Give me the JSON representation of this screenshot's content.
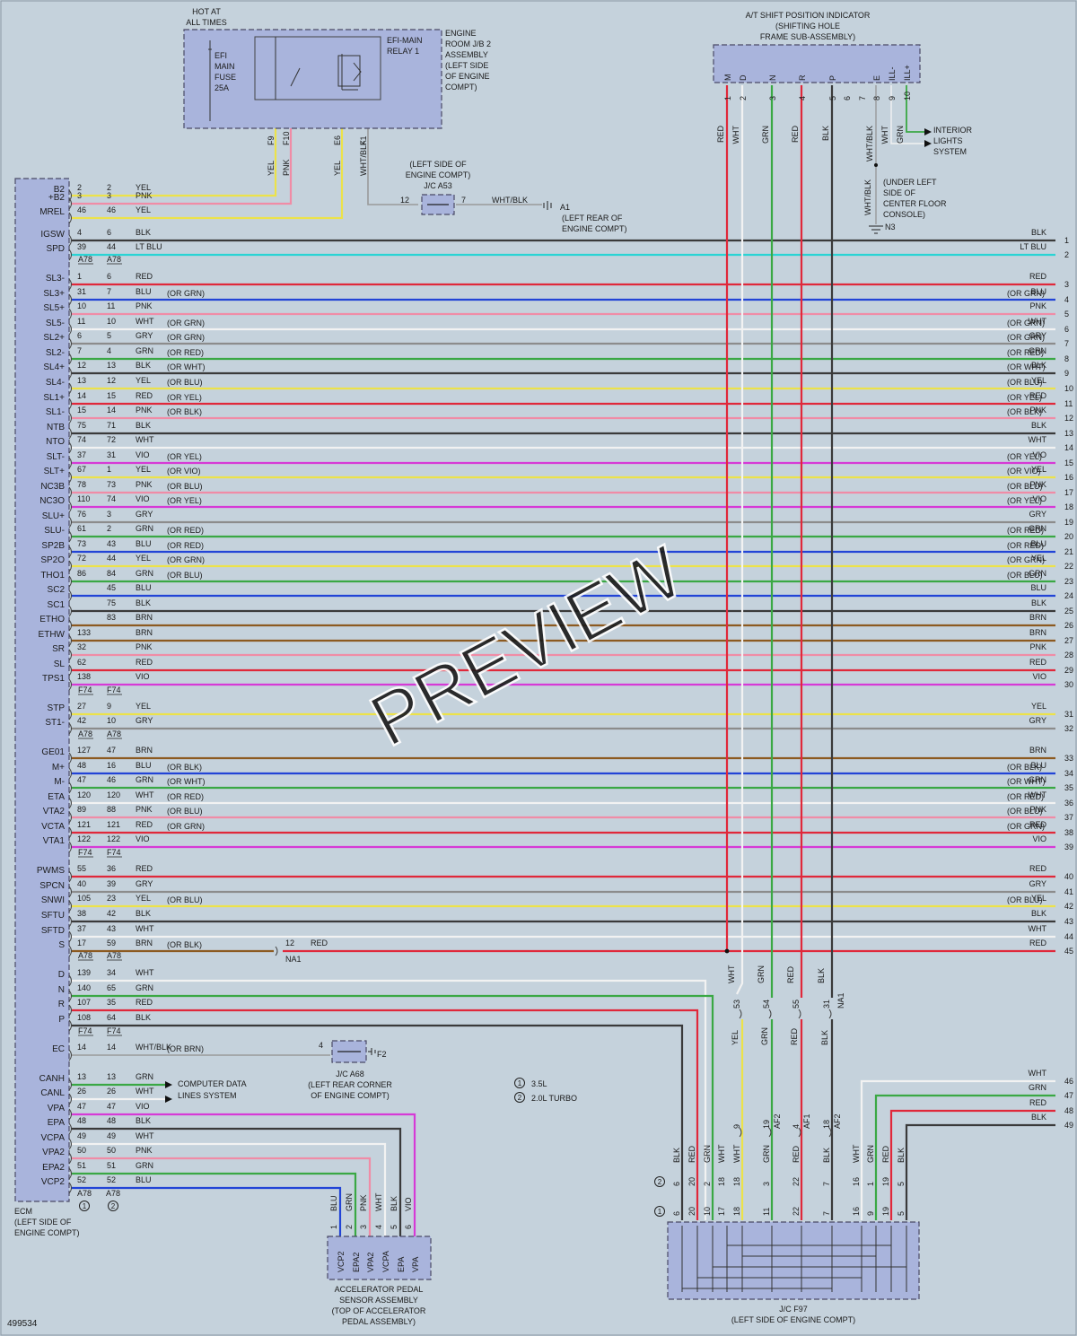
{
  "diagram_id": "499534",
  "preview_watermark": "PREVIEW",
  "colors": {
    "RED": "#e0283a",
    "PNK": "#f08ca6",
    "YEL": "#ece24a",
    "GRN": "#3aa844",
    "BLU": "#2244d6",
    "LT BLU": "#2ad4d4",
    "WHT": "#f2f2f2",
    "BLK": "#3a3a3a",
    "GRY": "#8c8c8c",
    "VIO": "#d63ad6",
    "BRN": "#8c5a20",
    "WHT/BLK": "#9a9a9a"
  },
  "ecm": {
    "title_lines": [
      "ECM",
      "(LEFT SIDE OF",
      "ENGINE COMPT)"
    ],
    "bottom_conn": [
      "A78",
      "A78"
    ],
    "legend_marks": [
      "1",
      "2"
    ]
  },
  "top_block": {
    "hot_lines": [
      "HOT AT",
      "ALL TIMES"
    ],
    "fuse_lines": [
      "EFI",
      "MAIN",
      "FUSE",
      "25A"
    ],
    "relay_lines": [
      "EFI-MAIN",
      "RELAY 1"
    ],
    "jb_lines": [
      "ENGINE",
      "ROOM J/B 2",
      "ASSEMBLY",
      "(LEFT SIDE",
      "OF ENGINE",
      "COMPT)"
    ],
    "pins": [
      "F9",
      "F10",
      "E6",
      "F1"
    ],
    "wires": [
      "YEL",
      "PNK",
      "YEL",
      "WHT/BLK"
    ]
  },
  "jc_a53": {
    "lines": [
      "(LEFT SIDE OF",
      "ENGINE COMPT)",
      "J/C A53"
    ],
    "pin_left": "12",
    "pin_right": "7",
    "wire": "WHT/BLK",
    "ground": "A1",
    "ground_lines": [
      "(LEFT REAR OF",
      "ENGINE COMPT)"
    ]
  },
  "shift_indicator": {
    "title_lines": [
      "A/T SHIFT POSITION INDICATOR",
      "(SHIFTING HOLE",
      "FRAME SUB-ASSEMBLY)"
    ],
    "pins": [
      {
        "label": "M",
        "num": "1",
        "wire": "RED"
      },
      {
        "label": "D",
        "num": "2",
        "wire": "WHT"
      },
      {
        "label": "N",
        "num": "3",
        "wire": "GRN"
      },
      {
        "label": "R",
        "num": "4",
        "wire": "RED"
      },
      {
        "label": "P",
        "num": "5",
        "wire": "BLK"
      },
      {
        "label": "",
        "num": "6",
        "wire": ""
      },
      {
        "label": "",
        "num": "7",
        "wire": ""
      },
      {
        "label": "E",
        "num": "8",
        "wire": "WHT/BLK"
      },
      {
        "label": "ILL-",
        "num": "9",
        "wire": "WHT"
      },
      {
        "label": "ILL+",
        "num": "10",
        "wire": "GRN"
      }
    ],
    "interior_lines": [
      "INTERIOR",
      "LIGHTS",
      "SYSTEM"
    ],
    "ground_wire": "WHT/BLK",
    "ground_lines": [
      "(UNDER LEFT",
      "SIDE OF",
      "CENTER FLOOR",
      "CONSOLE)"
    ],
    "ground": "N3"
  },
  "conn_labels": {
    "a78_1": [
      "A78",
      "A78"
    ],
    "f74_1": [
      "F74",
      "F74"
    ],
    "a78_2": [
      "A78",
      "A78"
    ],
    "f74_2": [
      "F74",
      "F74"
    ],
    "a78_3": [
      "A78",
      "A78"
    ],
    "f74_3": [
      "F74",
      "F74"
    ]
  },
  "rows": [
    {
      "sig": "B2",
      "p1": "2",
      "p2": "2",
      "c1": "YEL",
      "alt": "",
      "end": "top1"
    },
    {
      "sig": "+B2",
      "p1": "3",
      "p2": "3",
      "c1": "PNK",
      "alt": "",
      "end": "top2"
    },
    {
      "sig": "MREL",
      "p1": "46",
      "p2": "46",
      "c1": "YEL",
      "alt": "",
      "end": "top3"
    },
    {
      "sig": "IGSW",
      "p1": "4",
      "p2": "6",
      "c1": "BLK",
      "alt": "",
      "end": "full",
      "num": "1",
      "rc": "BLK",
      "ralt": ""
    },
    {
      "sig": "SPD",
      "p1": "39",
      "p2": "44",
      "c1": "LT BLU",
      "alt": "",
      "end": "full",
      "num": "2",
      "rc": "LT BLU",
      "ralt": ""
    },
    {
      "sig": "SL3-",
      "p1": "1",
      "p2": "6",
      "c1": "RED",
      "alt": "",
      "end": "full",
      "num": "3",
      "rc": "RED",
      "ralt": ""
    },
    {
      "sig": "SL3+",
      "p1": "31",
      "p2": "7",
      "c1": "BLU",
      "alt": "(OR GRN)",
      "end": "full",
      "num": "4",
      "rc": "BLU",
      "ralt": "(OR GRN)"
    },
    {
      "sig": "SL5+",
      "p1": "10",
      "p2": "11",
      "c1": "PNK",
      "alt": "",
      "end": "full",
      "num": "5",
      "rc": "PNK",
      "ralt": ""
    },
    {
      "sig": "SL5-",
      "p1": "11",
      "p2": "10",
      "c1": "WHT",
      "alt": "(OR GRN)",
      "end": "full",
      "num": "6",
      "rc": "WHT",
      "ralt": "(OR GRN)"
    },
    {
      "sig": "SL2+",
      "p1": "6",
      "p2": "5",
      "c1": "GRY",
      "alt": "(OR GRN)",
      "end": "full",
      "num": "7",
      "rc": "GRY",
      "ralt": "(OR GRN)"
    },
    {
      "sig": "SL2-",
      "p1": "7",
      "p2": "4",
      "c1": "GRN",
      "alt": "(OR RED)",
      "end": "full",
      "num": "8",
      "rc": "GRN",
      "ralt": "(OR RED)"
    },
    {
      "sig": "SL4+",
      "p1": "12",
      "p2": "13",
      "c1": "BLK",
      "alt": "(OR WHT)",
      "end": "full",
      "num": "9",
      "rc": "BLK",
      "ralt": "(OR WHT)"
    },
    {
      "sig": "SL4-",
      "p1": "13",
      "p2": "12",
      "c1": "YEL",
      "alt": "(OR BLU)",
      "end": "full",
      "num": "10",
      "rc": "YEL",
      "ralt": "(OR BLU)"
    },
    {
      "sig": "SL1+",
      "p1": "14",
      "p2": "15",
      "c1": "RED",
      "alt": "(OR YEL)",
      "end": "full",
      "num": "11",
      "rc": "RED",
      "ralt": "(OR YEL)"
    },
    {
      "sig": "SL1-",
      "p1": "15",
      "p2": "14",
      "c1": "PNK",
      "alt": "(OR BLK)",
      "end": "full",
      "num": "12",
      "rc": "PNK",
      "ralt": "(OR BLK)"
    },
    {
      "sig": "NTB",
      "p1": "75",
      "p2": "71",
      "c1": "BLK",
      "alt": "",
      "end": "full",
      "num": "13",
      "rc": "BLK",
      "ralt": ""
    },
    {
      "sig": "NTO",
      "p1": "74",
      "p2": "72",
      "c1": "WHT",
      "alt": "",
      "end": "full",
      "num": "14",
      "rc": "WHT",
      "ralt": ""
    },
    {
      "sig": "SLT-",
      "p1": "37",
      "p2": "31",
      "c1": "VIO",
      "alt": "(OR YEL)",
      "end": "full",
      "num": "15",
      "rc": "VIO",
      "ralt": "(OR YEL)"
    },
    {
      "sig": "SLT+",
      "p1": "67",
      "p2": "1",
      "c1": "YEL",
      "alt": "(OR VIO)",
      "end": "full",
      "num": "16",
      "rc": "YEL",
      "ralt": "(OR VIO)"
    },
    {
      "sig": "NC3B",
      "p1": "78",
      "p2": "73",
      "c1": "PNK",
      "alt": "(OR BLU)",
      "end": "full",
      "num": "17",
      "rc": "PNK",
      "ralt": "(OR BLU)"
    },
    {
      "sig": "NC3O",
      "p1": "110",
      "p2": "74",
      "c1": "VIO",
      "alt": "(OR YEL)",
      "end": "full",
      "num": "18",
      "rc": "VIO",
      "ralt": "(OR YEL)"
    },
    {
      "sig": "SLU+",
      "p1": "76",
      "p2": "3",
      "c1": "GRY",
      "alt": "",
      "end": "full",
      "num": "19",
      "rc": "GRY",
      "ralt": ""
    },
    {
      "sig": "SLU-",
      "p1": "61",
      "p2": "2",
      "c1": "GRN",
      "alt": "(OR RED)",
      "end": "full",
      "num": "20",
      "rc": "GRN",
      "ralt": "(OR RED)"
    },
    {
      "sig": "SP2B",
      "p1": "73",
      "p2": "43",
      "c1": "BLU",
      "alt": "(OR RED)",
      "end": "full",
      "num": "21",
      "rc": "BLU",
      "ralt": "(OR RED)"
    },
    {
      "sig": "SP2O",
      "p1": "72",
      "p2": "44",
      "c1": "YEL",
      "alt": "(OR GRN)",
      "end": "full",
      "num": "22",
      "rc": "YEL",
      "ralt": "(OR GRN)"
    },
    {
      "sig": "THO1",
      "p1": "86",
      "p2": "84",
      "c1": "GRN",
      "alt": "(OR BLU)",
      "end": "full",
      "num": "23",
      "rc": "GRN",
      "ralt": "(OR BLU)"
    },
    {
      "sig": "SC2",
      "p1": "",
      "p2": "45",
      "c1": "BLU",
      "alt": "",
      "end": "full",
      "num": "24",
      "rc": "BLU",
      "ralt": ""
    },
    {
      "sig": "SC1",
      "p1": "",
      "p2": "75",
      "c1": "BLK",
      "alt": "",
      "end": "full",
      "num": "25",
      "rc": "BLK",
      "ralt": ""
    },
    {
      "sig": "ETHO",
      "p1": "",
      "p2": "83",
      "c1": "BRN",
      "alt": "",
      "end": "full",
      "num": "26",
      "rc": "BRN",
      "ralt": ""
    },
    {
      "sig": "ETHW",
      "p1": "133",
      "p2": "",
      "c1": "BRN",
      "alt": "",
      "end": "full",
      "num": "27",
      "rc": "BRN",
      "ralt": ""
    },
    {
      "sig": "SR",
      "p1": "32",
      "p2": "",
      "c1": "PNK",
      "alt": "",
      "end": "full",
      "num": "28",
      "rc": "PNK",
      "ralt": ""
    },
    {
      "sig": "SL",
      "p1": "62",
      "p2": "",
      "c1": "RED",
      "alt": "",
      "end": "full",
      "num": "29",
      "rc": "RED",
      "ralt": ""
    },
    {
      "sig": "TPS1",
      "p1": "138",
      "p2": "",
      "c1": "VIO",
      "alt": "",
      "end": "full",
      "num": "30",
      "rc": "VIO",
      "ralt": ""
    },
    {
      "sig": "STP",
      "p1": "27",
      "p2": "9",
      "c1": "YEL",
      "alt": "",
      "end": "full",
      "num": "31",
      "rc": "YEL",
      "ralt": ""
    },
    {
      "sig": "ST1-",
      "p1": "42",
      "p2": "10",
      "c1": "GRY",
      "alt": "",
      "end": "full",
      "num": "32",
      "rc": "GRY",
      "ralt": ""
    },
    {
      "sig": "GE01",
      "p1": "127",
      "p2": "47",
      "c1": "BRN",
      "alt": "",
      "end": "full",
      "num": "33",
      "rc": "BRN",
      "ralt": ""
    },
    {
      "sig": "M+",
      "p1": "48",
      "p2": "16",
      "c1": "BLU",
      "alt": "(OR BLK)",
      "end": "full",
      "num": "34",
      "rc": "BLU",
      "ralt": "(OR BLK)"
    },
    {
      "sig": "M-",
      "p1": "47",
      "p2": "46",
      "c1": "GRN",
      "alt": "(OR WHT)",
      "end": "full",
      "num": "35",
      "rc": "GRN",
      "ralt": "(OR WHT)"
    },
    {
      "sig": "ETA",
      "p1": "120",
      "p2": "120",
      "c1": "WHT",
      "alt": "(OR RED)",
      "end": "full",
      "num": "36",
      "rc": "WHT",
      "ralt": "(OR RED)"
    },
    {
      "sig": "VTA2",
      "p1": "89",
      "p2": "88",
      "c1": "PNK",
      "alt": "(OR BLU)",
      "end": "full",
      "num": "37",
      "rc": "PNK",
      "ralt": "(OR BLU)"
    },
    {
      "sig": "VCTA",
      "p1": "121",
      "p2": "121",
      "c1": "RED",
      "alt": "(OR GRN)",
      "end": "full",
      "num": "38",
      "rc": "RED",
      "ralt": "(OR GRN)"
    },
    {
      "sig": "VTA1",
      "p1": "122",
      "p2": "122",
      "c1": "VIO",
      "alt": "",
      "end": "full",
      "num": "39",
      "rc": "VIO",
      "ralt": ""
    },
    {
      "sig": "PWMS",
      "p1": "55",
      "p2": "36",
      "c1": "RED",
      "alt": "",
      "end": "full",
      "num": "40",
      "rc": "RED",
      "ralt": ""
    },
    {
      "sig": "SPCN",
      "p1": "40",
      "p2": "39",
      "c1": "GRY",
      "alt": "",
      "end": "full",
      "num": "41",
      "rc": "GRY",
      "ralt": ""
    },
    {
      "sig": "SNWI",
      "p1": "105",
      "p2": "23",
      "c1": "YEL",
      "alt": "(OR BLU)",
      "end": "full",
      "num": "42",
      "rc": "YEL",
      "ralt": "(OR BLU)"
    },
    {
      "sig": "SFTU",
      "p1": "38",
      "p2": "42",
      "c1": "BLK",
      "alt": "",
      "end": "full",
      "num": "43",
      "rc": "BLK",
      "ralt": ""
    },
    {
      "sig": "SFTD",
      "p1": "37",
      "p2": "43",
      "c1": "WHT",
      "alt": "",
      "end": "full",
      "num": "44",
      "rc": "WHT",
      "ralt": ""
    },
    {
      "sig": "S",
      "p1": "17",
      "p2": "59",
      "c1": "BRN",
      "alt": "(OR BLK)",
      "end": "s",
      "num": "45",
      "rc": "RED",
      "ralt": "",
      "mid_pin": "12",
      "mid_wire": "RED",
      "mid_conn": "NA1"
    },
    {
      "sig": "D",
      "p1": "139",
      "p2": "34",
      "c1": "WHT",
      "alt": "",
      "end": "d"
    },
    {
      "sig": "N",
      "p1": "140",
      "p2": "65",
      "c1": "GRN",
      "alt": "",
      "end": "d"
    },
    {
      "sig": "R",
      "p1": "107",
      "p2": "35",
      "c1": "RED",
      "alt": "",
      "end": "d"
    },
    {
      "sig": "P",
      "p1": "108",
      "p2": "64",
      "c1": "BLK",
      "alt": "",
      "end": "d"
    },
    {
      "sig": "EC",
      "p1": "14",
      "p2": "14",
      "c1": "WHT/BLK",
      "alt": "(OR BRN)",
      "end": "ec"
    },
    {
      "sig": "CANH",
      "p1": "13",
      "p2": "13",
      "c1": "GRN",
      "alt": "",
      "end": "can"
    },
    {
      "sig": "CANL",
      "p1": "26",
      "p2": "26",
      "c1": "WHT",
      "alt": "",
      "end": "can"
    },
    {
      "sig": "VPA",
      "p1": "47",
      "p2": "47",
      "c1": "VIO",
      "alt": "",
      "end": "pedal"
    },
    {
      "sig": "EPA",
      "p1": "48",
      "p2": "48",
      "c1": "BLK",
      "alt": "",
      "end": "pedal"
    },
    {
      "sig": "VCPA",
      "p1": "49",
      "p2": "49",
      "c1": "WHT",
      "alt": "",
      "end": "pedal"
    },
    {
      "sig": "VPA2",
      "p1": "50",
      "p2": "50",
      "c1": "PNK",
      "alt": "",
      "end": "pedal"
    },
    {
      "sig": "EPA2",
      "p1": "51",
      "p2": "51",
      "c1": "GRN",
      "alt": "",
      "end": "pedal"
    },
    {
      "sig": "VCP2",
      "p1": "52",
      "p2": "52",
      "c1": "BLU",
      "alt": "",
      "end": "pedal"
    }
  ],
  "can_lines": [
    "COMPUTER DATA",
    "LINES SYSTEM"
  ],
  "jc_a68": {
    "pin": "4",
    "ground": "F2",
    "lines": [
      "J/C A68",
      "(LEFT REAR CORNER",
      "OF ENGINE COMPT)"
    ]
  },
  "notes": [
    {
      "mark": "1",
      "text": "3.5L"
    },
    {
      "mark": "2",
      "text": "2.0L TURBO"
    }
  ],
  "pedal": {
    "pins": [
      {
        "label": "VCP2",
        "num": "1",
        "wire": "BLU"
      },
      {
        "label": "EPA2",
        "num": "2",
        "wire": "GRN"
      },
      {
        "label": "VPA2",
        "num": "3",
        "wire": "PNK"
      },
      {
        "label": "VCPA",
        "num": "4",
        "wire": "WHT"
      },
      {
        "label": "EPA",
        "num": "5",
        "wire": "BLK"
      },
      {
        "label": "VPA",
        "num": "6",
        "wire": "VIO"
      }
    ],
    "lines": [
      "ACCELERATOR PEDAL",
      "SENSOR ASSEMBLY",
      "(TOP OF ACCELERATOR",
      "PEDAL ASSEMBLY)"
    ]
  },
  "right_bottom": [
    {
      "num": "46",
      "wire": "WHT"
    },
    {
      "num": "47",
      "wire": "GRN"
    },
    {
      "num": "48",
      "wire": "RED"
    },
    {
      "num": "49",
      "wire": "BLK"
    }
  ],
  "mid_column": {
    "upper_pins": [
      "53",
      "54",
      "55",
      "31"
    ],
    "upper_conn": "NA1",
    "lower_wires": [
      "YEL",
      "GRN",
      "RED",
      "BLK"
    ],
    "lower_pins": [
      "9",
      "19",
      "4",
      "18"
    ],
    "lower_conns": [
      "",
      "AF2",
      "AF1",
      "AF2"
    ]
  },
  "jc_f97": {
    "lines": [
      "J/C F97",
      "(LEFT SIDE OF ENGINE COMPT)"
    ],
    "wires": [
      "BLK",
      "RED",
      "GRN",
      "WHT",
      "WHT",
      "GRN",
      "RED",
      "BLK",
      "WHT",
      "GRN",
      "RED",
      "BLK"
    ],
    "pins2": [
      "6",
      "20",
      "2",
      "18",
      "18",
      "3",
      "22",
      "7",
      "16",
      "1",
      "19",
      "5"
    ],
    "pins1": [
      "6",
      "20",
      "10",
      "17",
      "18",
      "11",
      "22",
      "7",
      "16",
      "9",
      "19",
      "5"
    ]
  }
}
